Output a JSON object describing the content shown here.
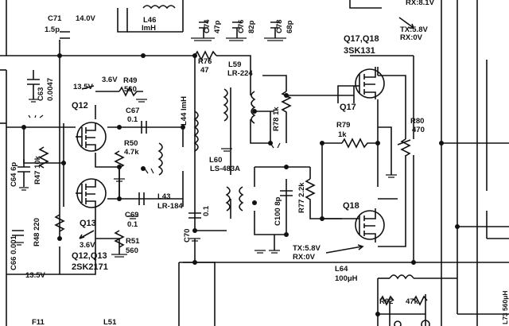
{
  "labels": {
    "c71_ref": "C71",
    "c71_val": "1.5p",
    "v14": "14.0V",
    "l46_ref": "L46",
    "l46_val": "lmH",
    "c74_ref": "C74",
    "c74_val": "47p",
    "c76_ref": "C76",
    "c76_val": "82p",
    "c78_ref": "C78",
    "c78_val": "68p",
    "rx_top": "RX:8.1V",
    "r76_ref": "R76",
    "r76_val": "47",
    "l59_ref": "L59",
    "l59_val": "LR-224",
    "q17q18": "Q17,Q18",
    "sk131": "3SK131",
    "tx58_top": "TX:5.8V",
    "rx0_top": "RX:0V",
    "c63_ref": "C63",
    "c63_val": "0.0047",
    "v135": "13.5V",
    "q12": "Q12",
    "v36_top": "3.6V",
    "r49_ref": "R49",
    "r49_val": "560",
    "c67_ref": "C67",
    "c67_val": "0.1",
    "l44": "L44 lmH",
    "r78": "R78 1k",
    "q17": "Q17",
    "r79_ref": "R79",
    "r79_val": "1k",
    "r80_ref": "R80",
    "r80_val": "470",
    "r50_ref": "R50",
    "r50_val": "4.7k",
    "c64": "C64 6p",
    "r47": "R47 10k",
    "l60_ref": "L60",
    "l60_val": "LS-483A",
    "c100": "C100 8p",
    "r77": "R77 2.2k",
    "q13": "Q13",
    "l43_ref": "L43",
    "l43_val": "LR-184",
    "c70": "C70",
    "c70_val": "0.1",
    "q18": "Q18",
    "c69_ref": "C69",
    "c69_val": "0.1",
    "r48": "R48 220",
    "c66": "C66 0.001",
    "v36_bot": "3.6V",
    "r51_ref": "R51",
    "r51_val": "560",
    "q12q13": "Q12,Q13",
    "sk2171": "2SK2171",
    "tx58_bot": "TX:5.8V",
    "rx0_bot": "RX:0V",
    "v135_bot": "13.5V",
    "l64_ref": "L64",
    "l64_val": "100μH",
    "r92": "R92",
    "r_47k": "47k",
    "f11": "F11",
    "l51": "L51",
    "right_edge": "L73 560μH"
  }
}
